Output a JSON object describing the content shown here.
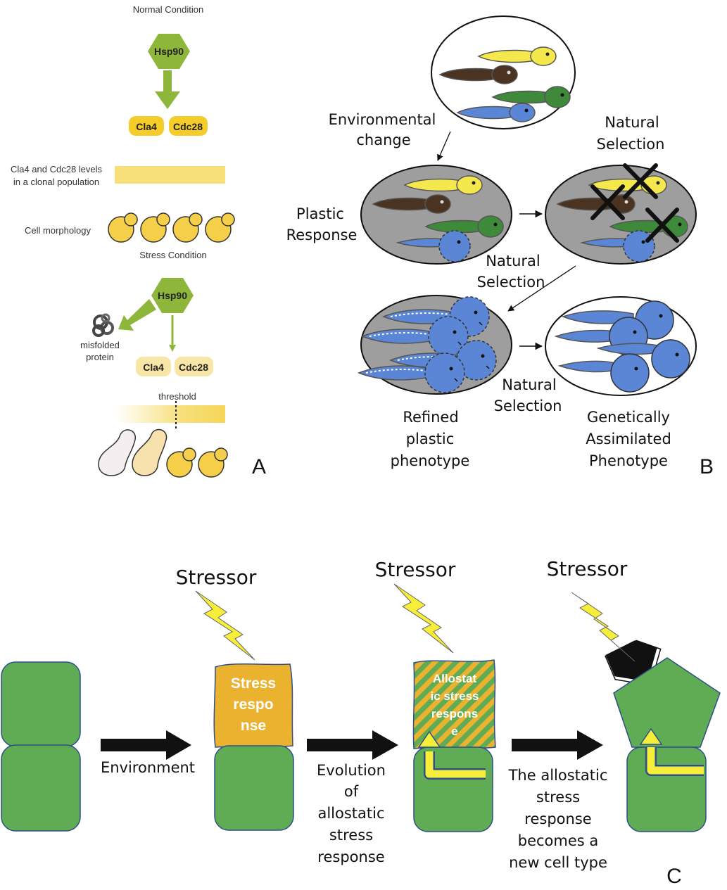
{
  "panelA": {
    "normal_title": "Normal Condition",
    "hsp90": "Hsp90",
    "cla4": "Cla4",
    "cdc28": "Cdc28",
    "levels_line1": "Cla4 and Cdc28 levels",
    "levels_line2": "in a clonal population",
    "morphology": "Cell morphology",
    "stress_title": "Stress Condition",
    "misfolded1": "misfolded",
    "misfolded2": "protein",
    "threshold": "threshold",
    "letter": "A"
  },
  "panelB": {
    "env1": "Environmental",
    "env2": "change",
    "plastic1": "Plastic",
    "plastic2": "Response",
    "ns_label1": "Natural",
    "ns_label2": "Selection",
    "refined1": "Refined",
    "refined2": "plastic",
    "refined3": "phenotype",
    "genetic1": "Genetically",
    "genetic2": "Assimilated",
    "genetic3": "Phenotype",
    "letter": "B",
    "colors": {
      "yellow": "#f5e84c",
      "brown": "#4a3320",
      "green": "#3f8a3a",
      "blue": "#5b86d6"
    }
  },
  "panelC": {
    "stressor": "Stressor",
    "environment": "Environment",
    "stress_resp1": "Stress",
    "stress_resp2": "respo",
    "stress_resp3": "nse",
    "allo1": "Allostat",
    "allo2": "ic stress",
    "allo3": "respons",
    "allo4": "e",
    "evo1": "Evolution",
    "evo2": "of",
    "evo3": "allostatic",
    "evo4": "stress",
    "evo5": "response",
    "new1": "The allostatic",
    "new2": "stress",
    "new3": "response",
    "new4": "becomes a",
    "new5": "new cell type",
    "letter": "C",
    "colors": {
      "cell": "#5fac55",
      "stress": "#eab22f",
      "bolt": "#f7ee3a"
    }
  }
}
